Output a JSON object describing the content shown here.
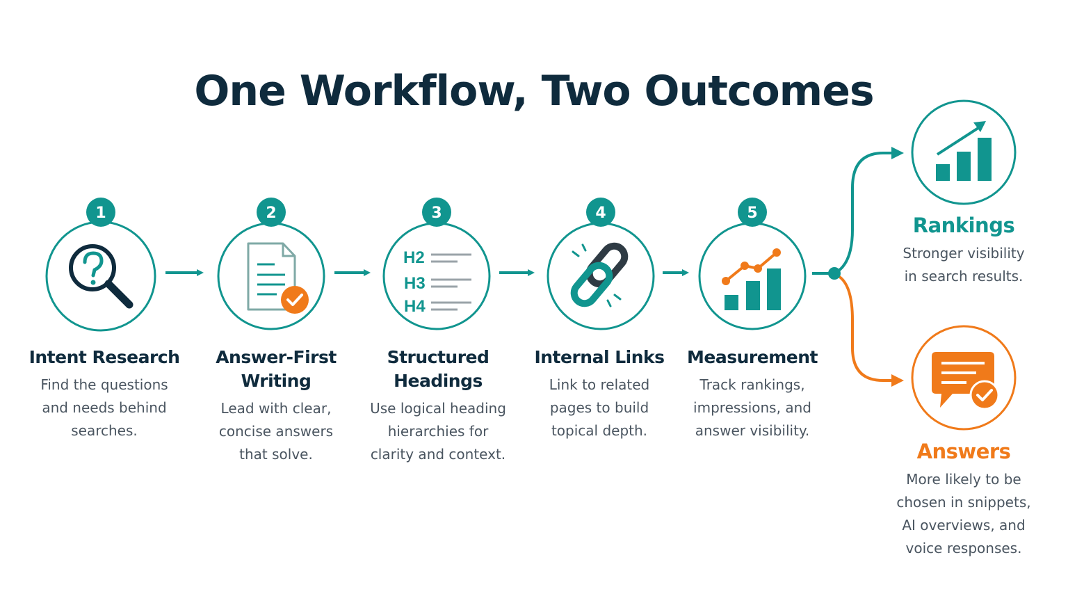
{
  "title": "One Workflow, Two Outcomes",
  "colors": {
    "teal": "#11958f",
    "navy": "#0f2b3d",
    "orange": "#f07a1a",
    "gray_text": "#4a5560"
  },
  "steps": [
    {
      "number": "1",
      "title": "Intent Research",
      "description": "Find the questions and needs behind searches.",
      "icon": "magnifier-question-icon"
    },
    {
      "number": "2",
      "title": "Answer-First Writing",
      "description": "Lead with clear, concise answers that solve.",
      "icon": "document-check-icon"
    },
    {
      "number": "3",
      "title": "Structured Headings",
      "description": "Use logical heading hierarchies for clarity and context.",
      "icon": "headings-icon",
      "heading_labels": [
        "H2",
        "H3",
        "H4"
      ]
    },
    {
      "number": "4",
      "title": "Internal Links",
      "description": "Link to related pages to build topical depth.",
      "icon": "chain-link-icon"
    },
    {
      "number": "5",
      "title": "Measurement",
      "description": "Track rankings, impressions, and answer visibility.",
      "icon": "chart-line-icon"
    }
  ],
  "outcomes": [
    {
      "title": "Rankings",
      "description": "Stronger visibility in search results.",
      "icon": "bar-chart-up-icon",
      "color": "#11958f"
    },
    {
      "title": "Answers",
      "description": "More likely to be chosen in snippets, AI overviews, and voice responses.",
      "icon": "chat-check-icon",
      "color": "#f07a1a"
    }
  ]
}
